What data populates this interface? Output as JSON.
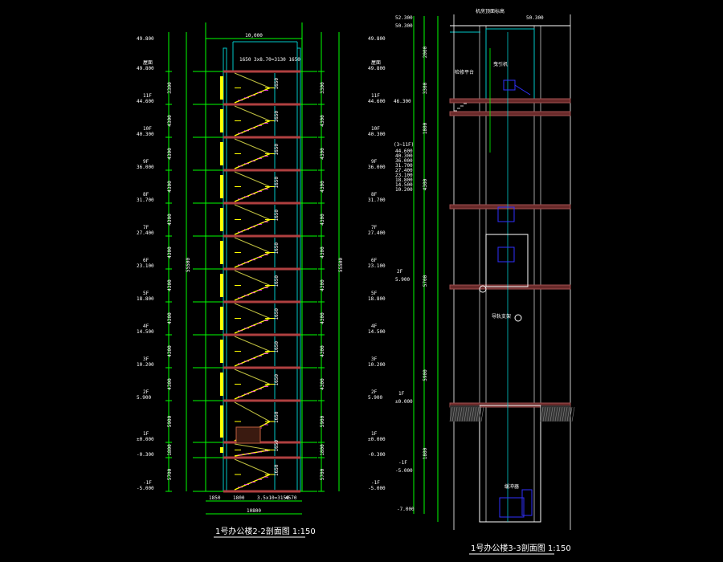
{
  "colors": {
    "background": "#000000",
    "dimension": "#00ff00",
    "wall_cyan": "#00c8c8",
    "stair": "#ffff00",
    "slab": "#b04040",
    "fixture": "#3030ff",
    "text": "#ffffff",
    "ground": "#a0a0a0"
  },
  "left_section": {
    "title": "1号办公楼2-2剖面图 1:150",
    "top_dimension": "10,000",
    "bottom_dims": [
      "1850",
      "1800",
      "3.5x10=3150",
      "4570"
    ],
    "bottom_total": "10800",
    "inner_label": "1650  3x8.70=3130  1650",
    "levels": [
      {
        "name": "屋面",
        "elev": "49.800",
        "story": "3300"
      },
      {
        "name": "11F",
        "elev": "44.600",
        "story": "4300"
      },
      {
        "name": "10F",
        "elev": "40.300",
        "story": "4300"
      },
      {
        "name": "9F",
        "elev": "36.000",
        "story": "4300"
      },
      {
        "name": "8F",
        "elev": "31.700",
        "story": "4300"
      },
      {
        "name": "7F",
        "elev": "27.400",
        "story": "4300"
      },
      {
        "name": "6F",
        "elev": "23.100",
        "story": "4300"
      },
      {
        "name": "5F",
        "elev": "18.800",
        "story": "4300"
      },
      {
        "name": "4F",
        "elev": "14.500",
        "story": "4300"
      },
      {
        "name": "3F",
        "elev": "10.200",
        "story": "4300"
      },
      {
        "name": "2F",
        "elev": "5.900",
        "story": "5900"
      },
      {
        "name": "1F",
        "elev": "±0.000",
        "story": "1800"
      },
      {
        "name": "",
        "elev": "-0.300",
        "story": "5700"
      },
      {
        "name": "-1F",
        "elev": "-5.000",
        "story": ""
      }
    ],
    "top_elev": "49.800",
    "total_height": "55500"
  },
  "right_section": {
    "title": "1号办公楼3-3剖面图 1:150",
    "top_labels": [
      "52.300",
      "50.300"
    ],
    "top_note": "机房顶面标高",
    "top_right": "50.300",
    "machine_room_elev": "46.300",
    "typical_floor_note": "(3~11F)",
    "typical_elevs": [
      "44.600",
      "40.300",
      "36.000",
      "31.700",
      "27.400",
      "23.100",
      "18.800",
      "14.500",
      "10.200"
    ],
    "floor_2f": {
      "name": "2F",
      "elev": "5.900"
    },
    "floor_1f": {
      "name": "1F",
      "elev": "±0.000"
    },
    "floor_b1": {
      "name": "-1F",
      "elev": "-5.000"
    },
    "pit_elev": "-7.000",
    "dims": [
      "2000",
      "3300",
      "1800",
      "4300",
      "5700",
      "5900",
      "1800"
    ],
    "labels": [
      "检修平台",
      "曳引机",
      "导轨支架",
      "缓冲器"
    ]
  }
}
